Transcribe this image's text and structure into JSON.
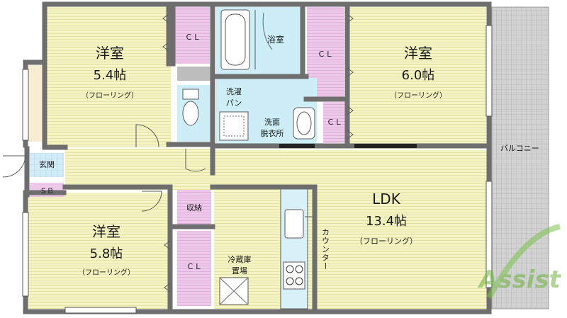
{
  "rooms": {
    "western_nw": {
      "name": "洋室",
      "size": "5.4帖",
      "floor": "（フローリング）"
    },
    "western_ne": {
      "name": "洋室",
      "size": "6.0帖",
      "floor": "（フローリング）"
    },
    "western_sw": {
      "name": "洋室",
      "size": "5.8帖",
      "floor": "（フローリング）"
    },
    "ldk": {
      "name": "LDK",
      "size": "13.4帖",
      "floor": "（フローリング）"
    }
  },
  "labels": {
    "closet": "ＣＬ",
    "bath": "浴室",
    "laundry_line1": "洗濯",
    "laundry_line2": "パン",
    "washroom_line1": "洗面",
    "washroom_line2": "脱衣所",
    "entrance": "玄関",
    "shoe_box": "ＳＢ",
    "storage": "収納",
    "fridge_line1": "冷蔵庫",
    "fridge_line2": "置場",
    "counter": "カウンター",
    "balcony": "バルコニー"
  },
  "watermark": "Assist",
  "colors": {
    "room": "#f4f3c4",
    "closet": "#eec8ea",
    "wet": "#cdeef7",
    "balcony": "#cfcfcf",
    "wall": "#6e6e6e"
  }
}
